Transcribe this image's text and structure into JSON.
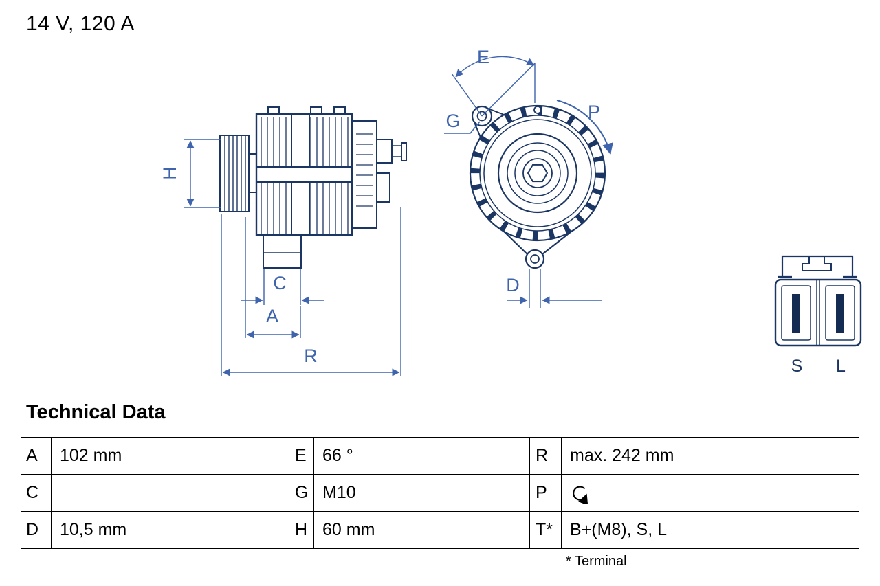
{
  "title": "14 V, 120 A",
  "section_heading": "Technical Data",
  "diagram": {
    "dimension_labels": {
      "h": "H",
      "c": "C",
      "a": "A",
      "r": "R",
      "e": "E",
      "g": "G",
      "p": "P",
      "d": "D"
    },
    "connector_labels": {
      "s": "S",
      "l": "L"
    },
    "colors": {
      "drawing": "#1c3664",
      "dimension": "#3f64ae"
    }
  },
  "table": {
    "rows": [
      [
        {
          "label": "A",
          "value": "102 mm"
        },
        {
          "label": "E",
          "value": "66 °"
        },
        {
          "label": "R",
          "value": "max. 242 mm"
        }
      ],
      [
        {
          "label": "C",
          "value": ""
        },
        {
          "label": "G",
          "value": "M10"
        },
        {
          "label": "P",
          "value": "",
          "icon": "rotation-direction-icon"
        }
      ],
      [
        {
          "label": "D",
          "value": "10,5 mm"
        },
        {
          "label": "H",
          "value": "60 mm"
        },
        {
          "label": "T*",
          "value": "B+(M8), S, L"
        }
      ]
    ],
    "footnote": "* Terminal"
  }
}
